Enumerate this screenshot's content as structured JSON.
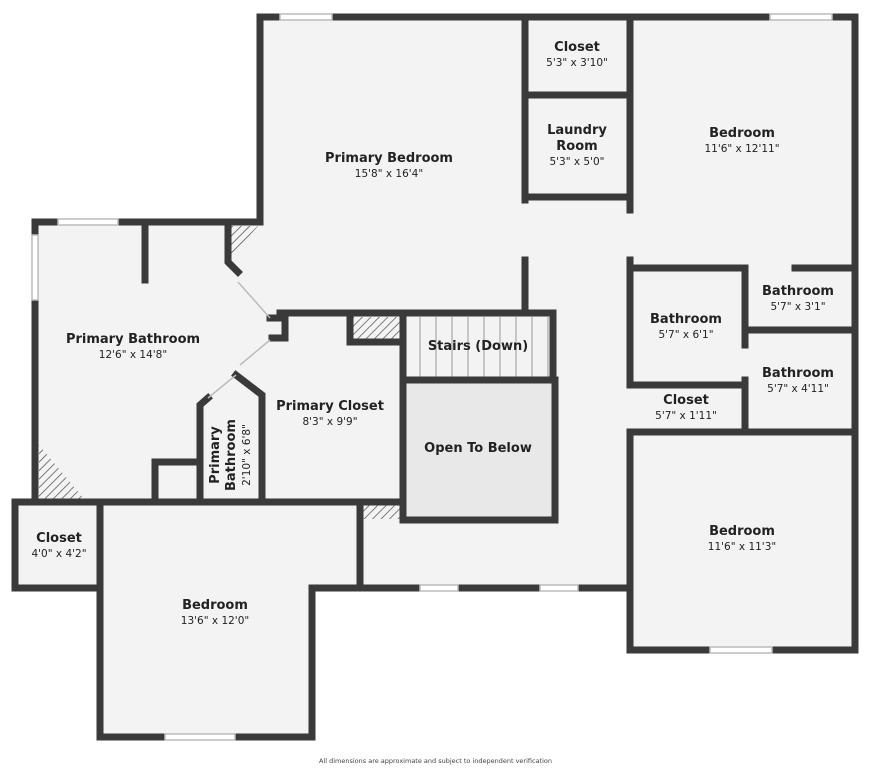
{
  "rooms": {
    "primary_bedroom": {
      "name": "Primary Bedroom",
      "dim": "15'8\" x 16'4\""
    },
    "closet_top": {
      "name": "Closet",
      "dim": "5'3\" x 3'10\""
    },
    "laundry": {
      "name": "Laundry Room",
      "dim": "5'3\" x 5'0\""
    },
    "bedroom_ne": {
      "name": "Bedroom",
      "dim": "11'6\" x 12'11\""
    },
    "bathroom_small": {
      "name": "Bathroom",
      "dim": "5'7\" x 3'1\""
    },
    "bathroom_mid": {
      "name": "Bathroom",
      "dim": "5'7\" x 6'1\""
    },
    "bathroom_right": {
      "name": "Bathroom",
      "dim": "5'7\" x 4'11\""
    },
    "closet_hall": {
      "name": "Closet",
      "dim": "5'7\" x 1'11\""
    },
    "primary_bathroom": {
      "name": "Primary Bathroom",
      "dim": "12'6\" x 14'8\""
    },
    "stairs": {
      "name": "Stairs (Down)"
    },
    "primary_closet": {
      "name": "Primary Closet",
      "dim": "8'3\" x 9'9\""
    },
    "primary_bathroom_small": {
      "name": "Primary Bathroom",
      "dim": "2'10\" x 6'8\""
    },
    "open_to_below": {
      "name": "Open To Below"
    },
    "closet_sw": {
      "name": "Closet",
      "dim": "4'0\" x 4'2\""
    },
    "bedroom_sw": {
      "name": "Bedroom",
      "dim": "13'6\" x 12'0\""
    },
    "bedroom_se": {
      "name": "Bedroom",
      "dim": "11'6\" x 11'3\""
    }
  },
  "footer": "All dimensions are approximate and subject to independent verification",
  "colors": {
    "wall": "#3a3a3a",
    "floor": "#f3f3f3",
    "open": "#e8e8e8"
  }
}
